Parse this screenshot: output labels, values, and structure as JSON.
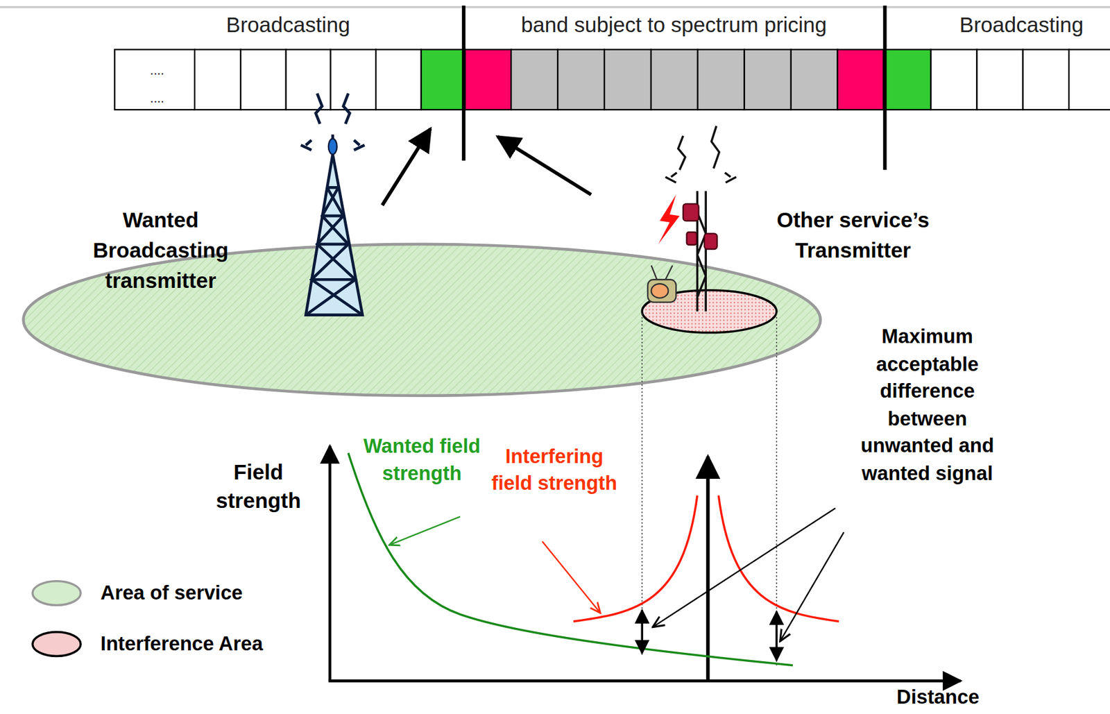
{
  "diagram": {
    "labels": [
      "Broadcasting",
      "band subject to spectrum pricing",
      "Broadcasting",
      "....",
      "....",
      "Wanted Broadcasting transmitter",
      "Other service’s Transmitter",
      "Maximum acceptable difference between unwanted and wanted signal",
      "Field strength",
      "Wanted field strength",
      "Interfering field strength",
      "Distance"
    ],
    "legend": [
      {
        "text": "Area of service",
        "color": "#d4edcc"
      },
      {
        "text": "Interference Area",
        "color": "#f7cccc"
      }
    ]
  }
}
